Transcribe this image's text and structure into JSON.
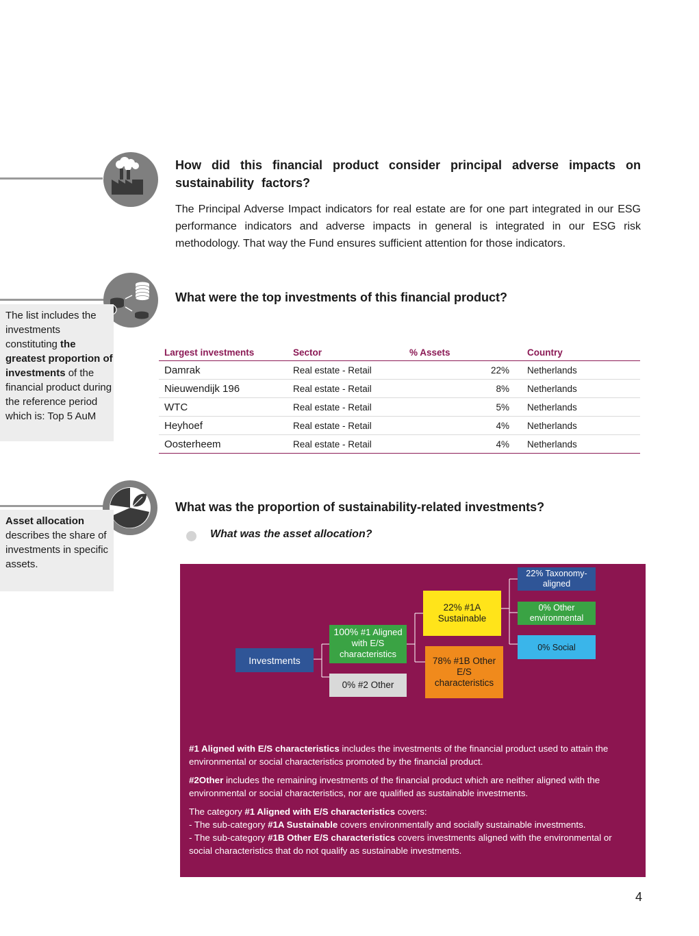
{
  "section_pai": {
    "icon": "factory-pollution-icon",
    "heading": "How did this financial product consider principal adverse impacts on sustainability factors?",
    "body": "The Principal Adverse Impact indicators for real estate are for one part integrated in our ESG performance indicators and adverse impacts in general is integrated in our ESG risk methodology. That way the Fund ensures sufficient attention for those indicators."
  },
  "section_top": {
    "icon": "coins-arrows-icon",
    "heading": "What were the top investments of this financial product?",
    "sidebar": {
      "part1": "The list includes the investments constituting ",
      "bold": "the greatest proportion of investments",
      "part2": " of the financial product during the reference period which is: Top 5 AuM"
    },
    "table": {
      "headers": [
        "Largest investments",
        "Sector",
        "% Assets",
        "Country"
      ],
      "rows": [
        {
          "name": "Damrak",
          "sector": "Real estate - Retail",
          "pct": "22%",
          "country": "Netherlands"
        },
        {
          "name": "Nieuwendijk 196",
          "sector": "Real estate - Retail",
          "pct": "8%",
          "country": "Netherlands"
        },
        {
          "name": "WTC",
          "sector": "Real estate - Retail",
          "pct": "5%",
          "country": "Netherlands"
        },
        {
          "name": "Heyhoef",
          "sector": "Real estate - Retail",
          "pct": "4%",
          "country": "Netherlands"
        },
        {
          "name": "Oosterheem",
          "sector": "Real estate - Retail",
          "pct": "4%",
          "country": "Netherlands"
        }
      ]
    }
  },
  "section_alloc": {
    "icon": "pie-chart-leaf-icon",
    "heading": "What was the proportion of sustainability-related investments?",
    "subheading": "What was the asset allocation?",
    "sidebar": {
      "bold": "Asset allocation",
      "rest": " describes the share of investments in specific assets."
    },
    "diagram": {
      "investments": "Investments",
      "aligned_pct": "100%",
      "aligned": " #1 Aligned with E/S characteristics",
      "other2": "0% #2 Other",
      "sustainable": "22% #1A Sustainable",
      "other_es": "78% #1B Other E/S characteristics",
      "taxonomy": "22% Taxonomy-aligned",
      "other_env": "0% Other environmental",
      "social": "0% Social"
    },
    "legend": {
      "p1_bold": "#1 Aligned with E/S characteristics",
      "p1_rest": " includes the investments of the financial product used to attain the environmental or social characteristics promoted by the financial product.",
      "p2_bold": "#2Other",
      "p2_rest": " includes the remaining investments of the financial product which are neither aligned with the environmental or social characteristics, nor are qualified as sustainable investments.",
      "p3_a": "The category ",
      "p3_bold": "#1 Aligned with E/S characteristics",
      "p3_b": " covers:",
      "p3_line2_a": "- The sub-category ",
      "p3_line2_bold": "#1A Sustainable",
      "p3_line2_b": " covers environmentally and socially sustainable investments.",
      "p3_line3_a": "- The sub-category ",
      "p3_line3_bold": "#1B Other E/S characteristics",
      "p3_line3_b": " covers investments aligned with the environmental or social characteristics that do not qualify as sustainable investments."
    },
    "colors": {
      "panel": "#8c1550",
      "investments": "#2f5597",
      "aligned": "#3aa344",
      "other2": "#d9d9d9",
      "sustainable": "#ffe41a",
      "other_es": "#f08a1c",
      "taxonomy": "#2f5597",
      "other_env": "#3aa344",
      "social": "#3ab5ea"
    }
  },
  "page_number": "4"
}
